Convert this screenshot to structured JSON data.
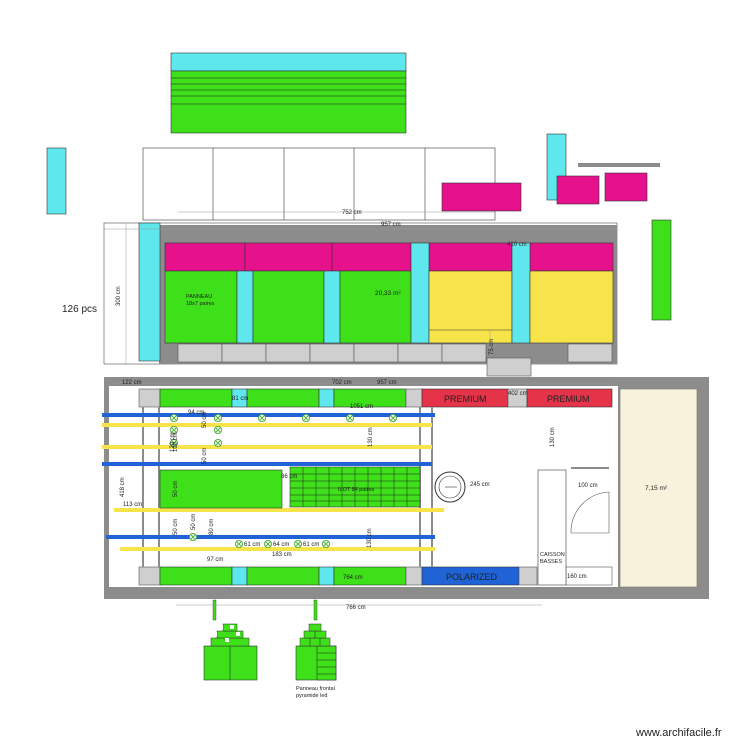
{
  "colors": {
    "green": "#3ee01a",
    "cyan": "#5ee8ee",
    "magenta": "#e5128c",
    "yellow": "#f7e34a",
    "red": "#e5334a",
    "blue": "#1f63d6",
    "grey": "#8c8c8c",
    "light_grey": "#cfcfcf",
    "cream": "#f8f2dc"
  },
  "labels": {
    "pcs_count": "126 pcs",
    "panneau_line1": "PANNEAU",
    "panneau_line2": "18x7 paires",
    "area_main": "20,33 m²",
    "area_room": "7,15 m²",
    "premium_1": "PREMIUM",
    "premium_2": "PREMIUM",
    "polarized": "POLARIZED",
    "ilot": "ILOT 84 paires",
    "caisson_line1": "CAISSON",
    "caisson_line2": "BASSES",
    "pyramid_caption_line1": "Panneau frontal",
    "pyramid_caption_line2": "pyramide led",
    "watermark": "www.archifacile.fr"
  },
  "dimensions": {
    "d752": "752 cm",
    "d957_top": "957 cm",
    "d300": "300 cm",
    "d410": "410 cm",
    "d75": "75 cm",
    "d122": "122 cm",
    "d702": "702 cm",
    "d957_mid": "957 cm",
    "d402": "402 cm",
    "d81_top": "81 cm",
    "d94": "94 cm",
    "d1051": "1051 cm",
    "d50_a": "50 cm",
    "d100": "100 cm",
    "d120_a": "120 cm",
    "d130_a": "130 cm",
    "d50_b": "50 cm",
    "d86": "86 cm",
    "d418": "418 cm",
    "d113": "113 cm",
    "d50_c": "50 cm",
    "d245": "245 cm",
    "d100_b": "100 cm",
    "d50_d": "50 cm",
    "d80": "80 cm",
    "d50_e": "50 cm",
    "d130_b": "130 cm",
    "d61_a": "61 cm",
    "d64": "64 cm",
    "d61_b": "61 cm",
    "d97": "97 cm",
    "d183": "183 cm",
    "d764": "764 cm",
    "d160": "160 cm",
    "d766": "766 cm"
  }
}
